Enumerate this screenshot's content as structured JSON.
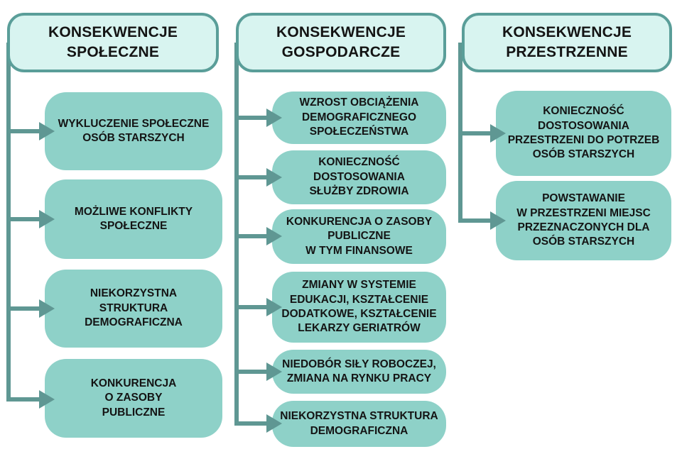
{
  "colors": {
    "header_fill": "#d8f4f0",
    "header_border": "#5a9e99",
    "item_fill": "#8ed1c8",
    "connector": "#5f9793",
    "text": "#141414"
  },
  "columns": [
    {
      "id": "social",
      "header": "KONSEKWENCJE\nSPOŁECZNE",
      "items": [
        "WYKLUCZENIE SPOŁECZNE\nOSÓB STARSZYCH",
        "MOŻLIWE KONFLIKTY\nSPOŁECZNE",
        "NIEKORZYSTNA\nSTRUKTURA\nDEMOGRAFICZNA",
        "KONKURENCJA\nO ZASOBY\nPUBLICZNE"
      ]
    },
    {
      "id": "economic",
      "header": "KONSEKWENCJE\nGOSPODARCZE",
      "items": [
        "WZROST OBCIĄŻENIA\nDEMOGRAFICZNEGO\nSPOŁECZEŃSTWA",
        "KONIECZNOŚĆ\nDOSTOSOWANIA\nSŁUŻBY ZDROWIA",
        "KONKURENCJA O ZASOBY\nPUBLICZNE\nW TYM FINANSOWE",
        "ZMIANY W SYSTEMIE\nEDUKACJI, KSZTAŁCENIE\nDODATKOWE, KSZTAŁCENIE\nLEKARZY GERIATRÓW",
        "NIEDOBÓR SIŁY ROBOCZEJ,\nZMIANA NA RYNKU PRACY",
        "NIEKORZYSTNA STRUKTURA\nDEMOGRAFICZNA"
      ]
    },
    {
      "id": "spatial",
      "header": "KONSEKWENCJE\nPRZESTRZENNE",
      "items": [
        "KONIECZNOŚĆ\nDOSTOSOWANIA\nPRZESTRZENI DO POTRZEB\nOSÓB STARSZYCH",
        "POWSTAWANIE\nW PRZESTRZENI MIEJSC\nPRZEZNACZONYCH DLA\nOSÓB STARSZYCH"
      ]
    }
  ]
}
